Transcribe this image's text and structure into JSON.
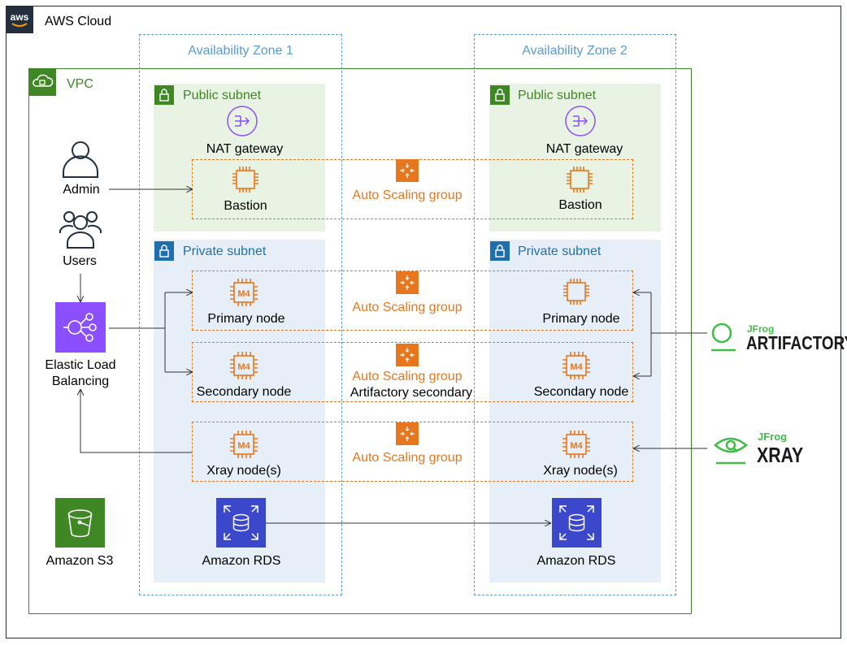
{
  "cloud": {
    "title": "AWS Cloud",
    "logo_text": "aws"
  },
  "vpc": {
    "title": "VPC"
  },
  "zones": [
    {
      "title": "Availability Zone 1"
    },
    {
      "title": "Availability Zone 2"
    }
  ],
  "subnets": {
    "public": "Public subnet",
    "private": "Private subnet"
  },
  "components": {
    "nat_gateway": "NAT gateway",
    "bastion": "Bastion",
    "primary_node": "Primary node",
    "secondary_node": "Secondary node",
    "xray_nodes": "Xray node(s)",
    "rds": "Amazon RDS",
    "admin": "Admin",
    "users": "Users",
    "elb_line1": "Elastic Load",
    "elb_line2": "Balancing",
    "s3": "Amazon S3",
    "instance_chip": "M4"
  },
  "asg": {
    "label": "Auto Scaling group",
    "secondary_sub": "Artifactory secondary"
  },
  "external": {
    "artifactory_brand": "JFrog",
    "artifactory_name": "ARTIFACTORY",
    "xray_brand": "JFrog",
    "xray_name": "XRAY"
  },
  "colors": {
    "aws_orange": "#e7771f",
    "public_green": "#3f8624",
    "private_blue": "#1f6fad",
    "zone_blue": "#5a9bd5",
    "elb_purple": "#8c4fff",
    "rds_blue": "#3b48cc",
    "s3_green": "#3f8624",
    "jfrog_green": "#40be46"
  },
  "icons": [
    "aws-logo-icon",
    "cloud-lock-icon",
    "lock-icon",
    "nat-gateway-icon",
    "ec2-chip-icon",
    "m4-instance-icon",
    "auto-scaling-icon",
    "user-icon",
    "users-icon",
    "elb-icon",
    "rds-icon",
    "s3-bucket-icon",
    "jfrog-artifactory-logo",
    "jfrog-xray-logo"
  ]
}
